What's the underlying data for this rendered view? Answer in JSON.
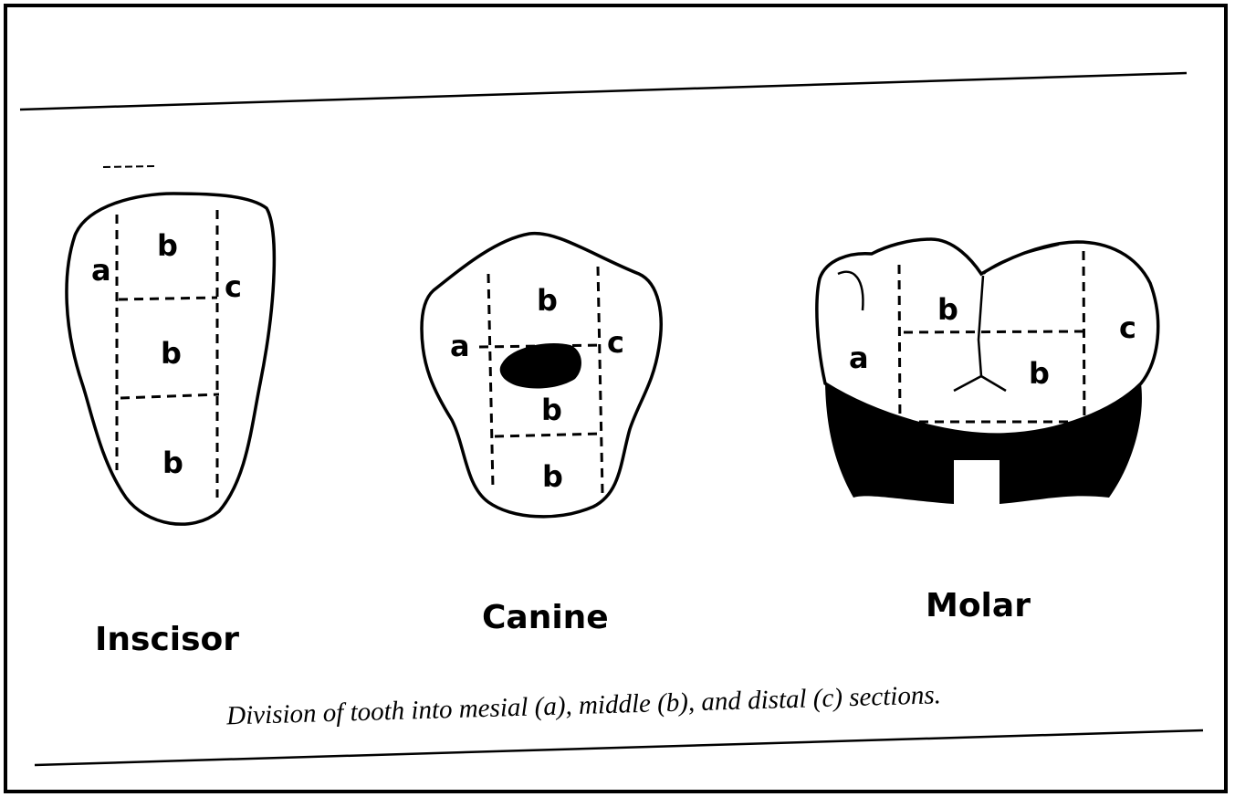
{
  "diagram": {
    "teeth": [
      {
        "name": "Inscisor",
        "labels": {
          "a": "a",
          "b1": "b",
          "b2": "b",
          "b3": "b",
          "c": "c"
        }
      },
      {
        "name": "Canine",
        "labels": {
          "a": "a",
          "b1": "b",
          "b2": "b",
          "b3": "b",
          "c": "c"
        }
      },
      {
        "name": "Molar",
        "labels": {
          "a": "a",
          "b1": "b",
          "b2": "b",
          "c": "c"
        }
      }
    ],
    "caption": "Division of tooth into mesial (a), middle (b), and distal (c) sections."
  }
}
